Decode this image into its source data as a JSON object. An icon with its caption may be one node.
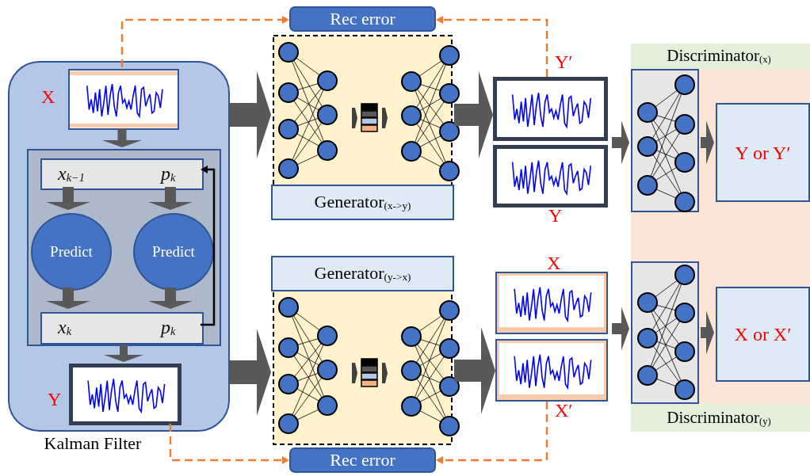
{
  "diagram": {
    "nodes": [
      {
        "text": [
          "Kalman Filter"
        ]
      },
      {
        "text": [],
        "shape": "picture",
        "in": 0,
        "beside": [
          "X"
        ]
      },
      {
        "text": [],
        "shape": "box",
        "in": 0
      },
      {
        "text": [
          "x$_{k−1}$",
          "p$_{k}$"
        ],
        "in": 2
      },
      {
        "text": [
          "Predict"
        ],
        "in": 2
      },
      {
        "text": [
          "Predict"
        ],
        "in": 2
      },
      {
        "text": [
          "x$_{k}$",
          "p$_{k}$"
        ],
        "in": 2
      },
      {
        "text": [],
        "shape": "picture",
        "in": 0,
        "beside": [
          "Y"
        ]
      },
      {
        "text": [
          "Rec error"
        ]
      },
      {
        "text": [
          "Generator$_{(x->y)}$"
        ]
      },
      {
        "text": [],
        "shape": "picture",
        "beside": [
          "Y′"
        ]
      },
      {
        "text": [],
        "shape": "picture",
        "beside": [
          "Y"
        ]
      },
      {
        "text": [],
        "shape": "box"
      },
      {
        "text": [
          "Discriminator$_{(x)}$"
        ],
        "in": 12
      },
      {
        "text": [],
        "shape": "box",
        "in": 12
      },
      {
        "text": [
          "Y or Y′"
        ],
        "in": 12
      },
      {
        "text": [
          "Generator$_{(y->x)}$"
        ]
      },
      {
        "text": [
          "Rec error"
        ]
      },
      {
        "text": [],
        "shape": "picture",
        "beside": [
          "X"
        ]
      },
      {
        "text": [],
        "shape": "picture",
        "beside": [
          "X′"
        ]
      },
      {
        "text": [],
        "shape": "box",
        "in": 12
      },
      {
        "text": [
          "X or X′"
        ],
        "in": 12
      },
      {
        "text": [
          "Discriminator$_{(y)}$"
        ],
        "in": 12
      }
    ],
    "edges": [
      {
        "from": 1,
        "to": 2,
        "arrow": "to"
      },
      {
        "from": 3,
        "to": 4,
        "arrow": "to"
      },
      {
        "from": 3,
        "to": 5,
        "arrow": "to"
      },
      {
        "from": 4,
        "to": 6,
        "arrow": "to"
      },
      {
        "from": 5,
        "to": 6,
        "arrow": "to"
      },
      {
        "from": 2,
        "to": 7,
        "arrow": "to"
      },
      {
        "from": 6,
        "to": 3,
        "arrow": "to",
        "color": "#000000"
      },
      {
        "from": 0,
        "to": 9,
        "arrow": "to",
        "style": "thick"
      },
      {
        "from": 0,
        "to": 16,
        "arrow": "to",
        "style": "thick"
      },
      {
        "from": 9,
        "to": 10,
        "arrow": "to",
        "style": "thick"
      },
      {
        "from": 16,
        "to": 19,
        "arrow": "to",
        "style": "thick"
      },
      {
        "from": 10,
        "to": 14,
        "arrow": "to"
      },
      {
        "from": 18,
        "to": 20,
        "arrow": "to"
      },
      {
        "from": 14,
        "to": 15,
        "arrow": "to"
      },
      {
        "from": 20,
        "to": 21,
        "arrow": "to"
      },
      {
        "from": 1,
        "to": 8,
        "arrow": "to",
        "style": "dashed",
        "color": "#ed7d31"
      },
      {
        "from": 10,
        "to": 8,
        "arrow": "to",
        "style": "dashed",
        "color": "#ed7d31"
      },
      {
        "from": 7,
        "to": 17,
        "arrow": "to",
        "style": "dashed",
        "color": "#ed7d31"
      },
      {
        "from": 19,
        "to": 17,
        "arrow": "to",
        "style": "dashed",
        "color": "#ed7d31"
      }
    ]
  }
}
